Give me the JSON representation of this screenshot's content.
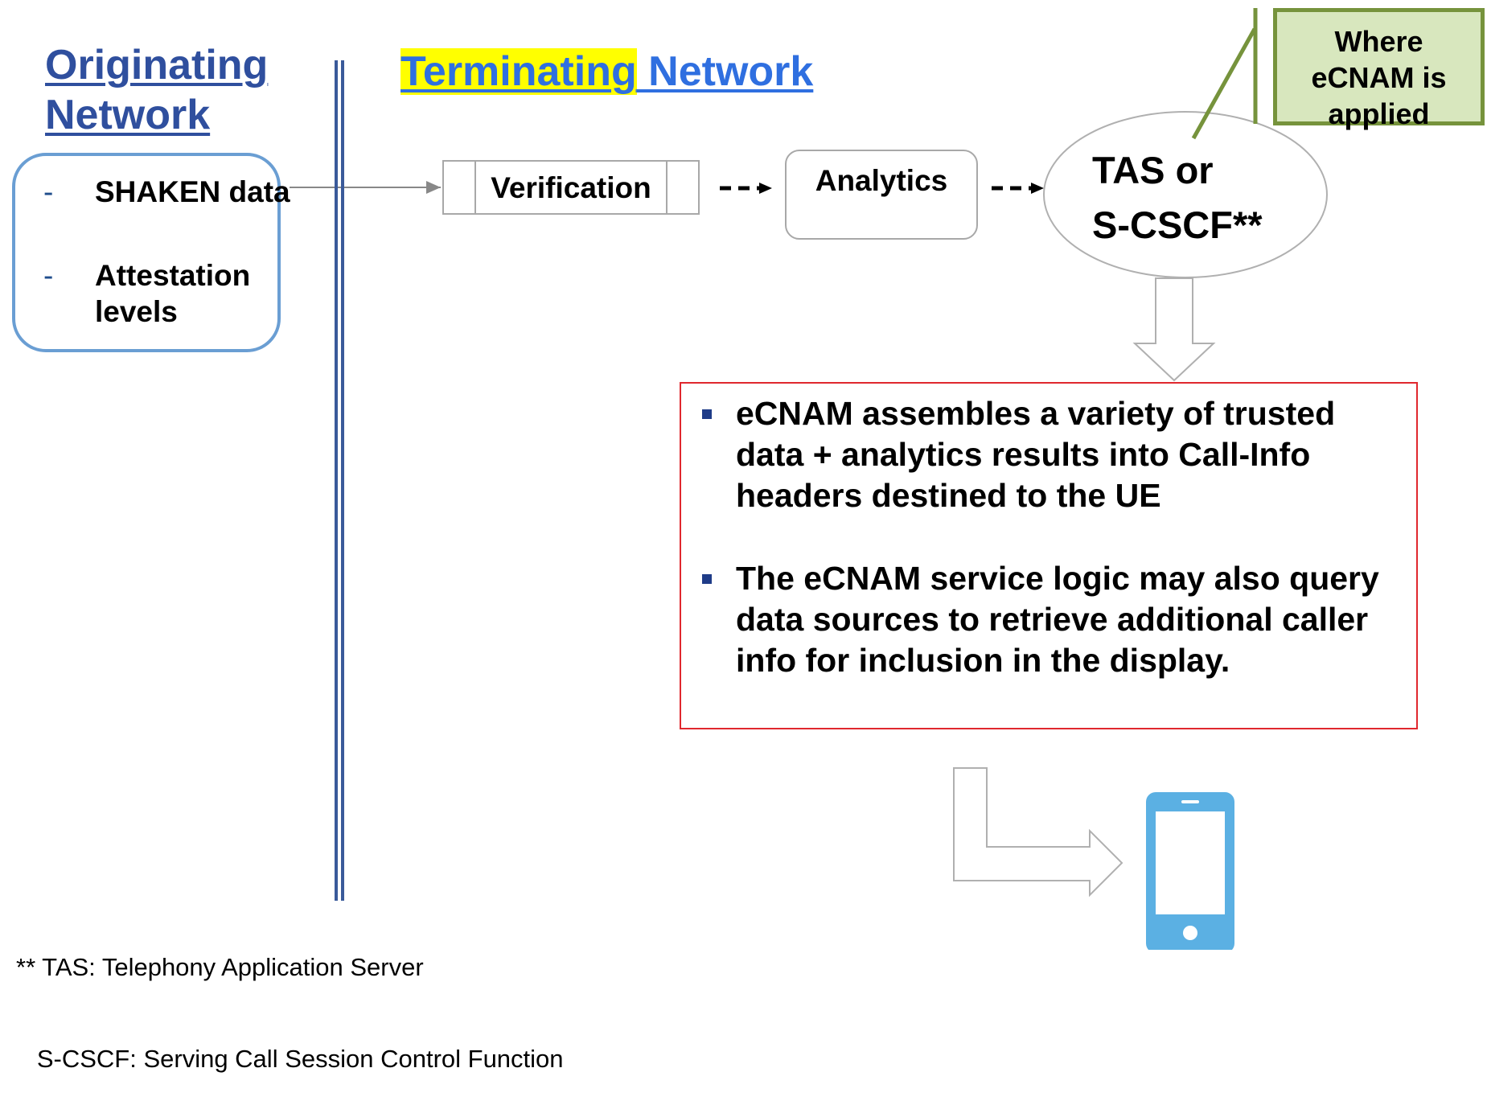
{
  "originating": {
    "heading": "Originating Network",
    "items": [
      {
        "dash": "-",
        "text": "SHAKEN data"
      },
      {
        "dash": "-",
        "text": "Attestation levels"
      }
    ]
  },
  "terminating": {
    "heading_highlighted": "Terminating",
    "heading_rest": " Network"
  },
  "nodes": {
    "verification": "Verification",
    "analytics": "Analytics",
    "tas_line1": "TAS or",
    "tas_line2": "S-CSCF**"
  },
  "callout": {
    "line1": "Where",
    "line2": "eCNAM is",
    "line3": "applied"
  },
  "info": {
    "bullets": [
      "eCNAM assembles a variety of trusted data + analytics results into Call-Info headers destined to the UE",
      "The eCNAM service logic may also query data sources to retrieve additional caller info for inclusion in the display."
    ]
  },
  "footnote": {
    "line1": "** TAS: Telephony Application Server",
    "line2": "   S-CSCF: Serving Call Session Control Function"
  },
  "icons": {
    "phone": "smartphone-icon",
    "phone_color": "#5bb0e3",
    "callout_fill": "#d8e7be",
    "callout_border": "#76933c",
    "info_border": "#e0282e"
  }
}
